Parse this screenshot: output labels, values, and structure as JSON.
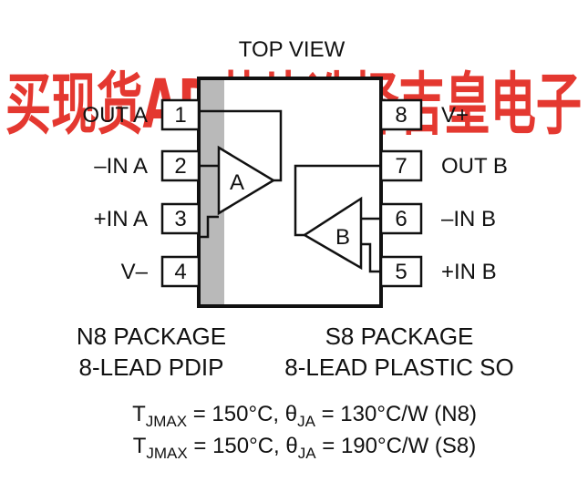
{
  "watermark": "买现货AD芯片选择吉皇电子",
  "title": "TOP VIEW",
  "left_pins": [
    {
      "number": "1",
      "label": "OUT A"
    },
    {
      "number": "2",
      "label": "–IN A"
    },
    {
      "number": "3",
      "label": "+IN A"
    },
    {
      "number": "4",
      "label": "V–"
    }
  ],
  "right_pins": [
    {
      "number": "8",
      "label": "V+"
    },
    {
      "number": "7",
      "label": "OUT B"
    },
    {
      "number": "6",
      "label": "–IN B"
    },
    {
      "number": "5",
      "label": "+IN B"
    }
  ],
  "amp_a_label": "A",
  "amp_b_label": "B",
  "packages": [
    {
      "line1": "N8 PACKAGE",
      "line2": "8-LEAD PDIP"
    },
    {
      "line1": "S8 PACKAGE",
      "line2": "8-LEAD PLASTIC SO"
    }
  ],
  "thermal": [
    {
      "t": "T",
      "t_sub": "JMAX",
      "temp": " = 150°C, ",
      "theta": "θ",
      "theta_sub": "JA",
      "value": " = 130°C/W (N8)"
    },
    {
      "t": "T",
      "t_sub": "JMAX",
      "temp": " = 150°C, ",
      "theta": "θ",
      "theta_sub": "JA",
      "value": " = 190°C/W (S8)"
    }
  ],
  "colors": {
    "watermark": "#e2231a",
    "package_stripe": "#b9b9b9",
    "ink": "#111111"
  }
}
